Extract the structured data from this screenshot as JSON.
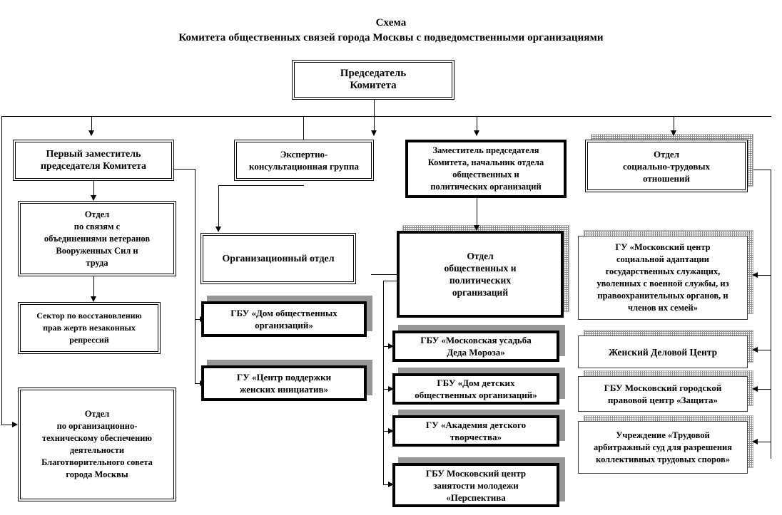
{
  "title": {
    "line1": "Схема",
    "line2": "Комитета общественных связей города Москвы с подведомственными организациями"
  },
  "nodes": {
    "chairman": "Председатель\nКомитета",
    "first_deputy": "Первый заместитель\nпредседателя Комитета",
    "expert_group": "Экспертно-\nконсультационная группа",
    "deputy_head": "Заместитель председателя\nКомитета, начальник отдела\nобщественных и\nполитических организаций",
    "social_labor_dept": "Отдел\nсоциально-трудовых\nотношений",
    "veterans_dept": "Отдел\nпо связям с\nобъединениями ветеранов\nВооруженных Сил и\nтруда",
    "repression_sector": "Сектор по восстановлению\nправ жертв незаконных\nрепрессий",
    "charity_dept": "Отдел\nпо организационно-\nтехническому обеспечению\nдеятельности\nБлаготворительного совета\nгорода Москвы",
    "org_dept": "Организационный отдел",
    "house_public_orgs": "ГБУ «Дом общественных\nорганизаций»",
    "women_initiatives": "ГУ «Центр поддержки\nженских инициатив»",
    "public_political_dept": "Отдел\nобщественных и\nполитических\nорганизаций",
    "ded_moroz": "ГБУ «Московская усадьба\nДеда Мороза»",
    "house_children_orgs": "ГБУ «Дом детских\nобщественных организаций»",
    "children_academy": "ГУ «Академия детского\nтворчества»",
    "youth_employment": "ГБУ Московский центр\nзанятости молодежи\n«Перспектива",
    "social_adaptation": "ГУ «Московский центр\nсоциальной адаптации\nгосударственных служащих,\nуволенных с военной службы, из\nправоохранительных органов, и\nчленов их семей»",
    "women_business": "Женский Деловой Центр",
    "legal_center": "ГБУ Московский городской\nправовой центр «Защита»",
    "labor_court": "Учреждение «Трудовой\nарбитражный суд для разрешения\nколлективных трудовых споров»"
  },
  "colors": {
    "line": "#000000",
    "shadow_solid": "#969696",
    "shadow_hatch": "#8d8d8d",
    "background": "#ffffff"
  }
}
